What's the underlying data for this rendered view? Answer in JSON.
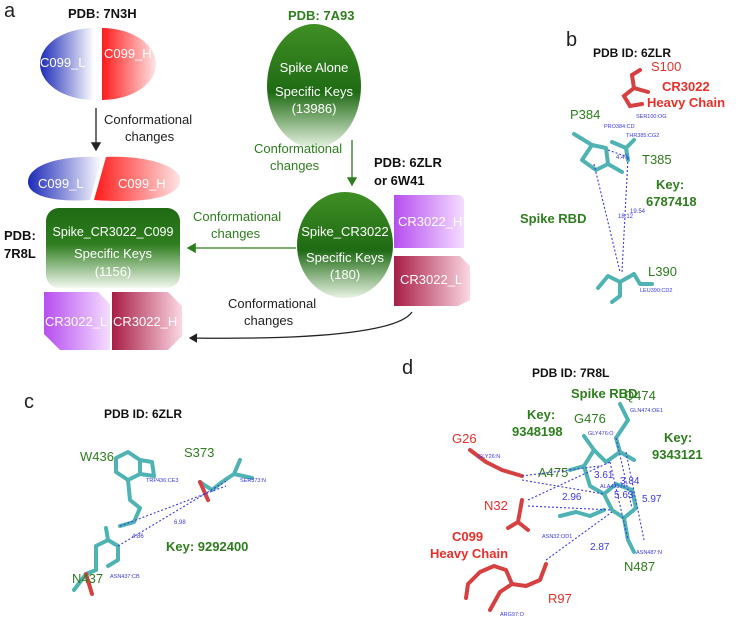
{
  "colors": {
    "green": "#2e7d1e",
    "dark_green": "#1f6b14",
    "red": "#e8302a",
    "blue": "#2b3fd0",
    "purple": "#a93ee0",
    "maroon": "#b2204a",
    "stick_teal": "#4fb3b3",
    "stick_red": "#d64040",
    "distance_blue": "#3a3ae0"
  },
  "panel_a": {
    "letter": "a",
    "pdb_7n3h": "PDB: 7N3H",
    "c099_l": "C099_L",
    "c099_h": "C099_H",
    "conf_changes_1": "Conformational",
    "conf_changes_1b": "changes",
    "pdb_7a93": "PDB: 7A93",
    "spike_alone": "Spike Alone",
    "specific_keys_1": "Specific Keys",
    "keys_13986": "(13986)",
    "conf_changes_2": "Conformational",
    "conf_changes_2b": "changes",
    "pdb_6zlr_or": "PDB: 6ZLR",
    "or_6w41": "or 6W41",
    "spike_cr3022": "Spike_CR3022",
    "specific_keys_2": "Specific Keys",
    "keys_180": "(180)",
    "cr3022_h_right": "CR3022_H",
    "cr3022_l_right": "CR3022_L",
    "conf_changes_3": "Conformational",
    "conf_changes_3b": "changes",
    "pdb_7r8l_a": "PDB:",
    "pdb_7r8l_b": "7R8L",
    "spike_cr3022_c099": "Spike_CR3022_C099",
    "specific_keys_3": "Specific Keys",
    "keys_1156": "(1156)",
    "cr3022_l_bottom": "CR3022_L",
    "cr3022_h_bottom": "CR3022_H",
    "conf_changes_4": "Conformational",
    "conf_changes_4b": "changes"
  },
  "panel_b": {
    "letter": "b",
    "title": "PDB ID: 6ZLR",
    "s100": "S100",
    "heavy_chain_1": "CR3022",
    "heavy_chain_2": "Heavy Chain",
    "p384": "P384",
    "t385": "T385",
    "key_label": "Key:",
    "key_value": "6787418",
    "spike_rbd": "Spike RBD",
    "l390": "L390",
    "atom_ser": "SER100:OG",
    "atom_pro": "PRO384:CD",
    "atom_thr": "THR385:CG2",
    "atom_leu": "LEU390:CD2",
    "dist_1": "18.12",
    "dist_2": "19.54",
    "dist_3": "4.47"
  },
  "panel_c": {
    "letter": "c",
    "title": "PDB ID: 6ZLR",
    "w436": "W436",
    "s373": "S373",
    "n437": "N437",
    "key_text": "Key: 9292400",
    "atom_trp": "TRP436:CE3",
    "atom_ser": "SER373:N",
    "atom_asn": "ASN437:CB",
    "dist_1": "6.98",
    "dist_2": "4.86"
  },
  "panel_d": {
    "letter": "d",
    "title": "PDB ID: 7R8L",
    "spike_rbd": "Spike RBD",
    "q474": "Q474",
    "key1_label": "Key:",
    "key1_value": "9348198",
    "g476": "G476",
    "key2_label": "Key:",
    "key2_value": "9343121",
    "g26": "G26",
    "a475": "A475",
    "n32": "N32",
    "c099_1": "C099",
    "c099_2": "Heavy Chain",
    "n487": "N487",
    "r97": "R97",
    "atom_gln": "GLN474:OE1",
    "atom_gly476": "GLY476:O",
    "atom_gly26": "GLY26:N",
    "atom_ala": "ALA475:N",
    "atom_asn32": "ASN32:OD1",
    "atom_asn487": "ASN487:N",
    "atom_arg": "ARG97:O",
    "dist_a": "3.61",
    "dist_b": "3.84",
    "dist_c": "2.96",
    "dist_d": "5.63",
    "dist_e": "5.97",
    "dist_f": "2.87"
  }
}
